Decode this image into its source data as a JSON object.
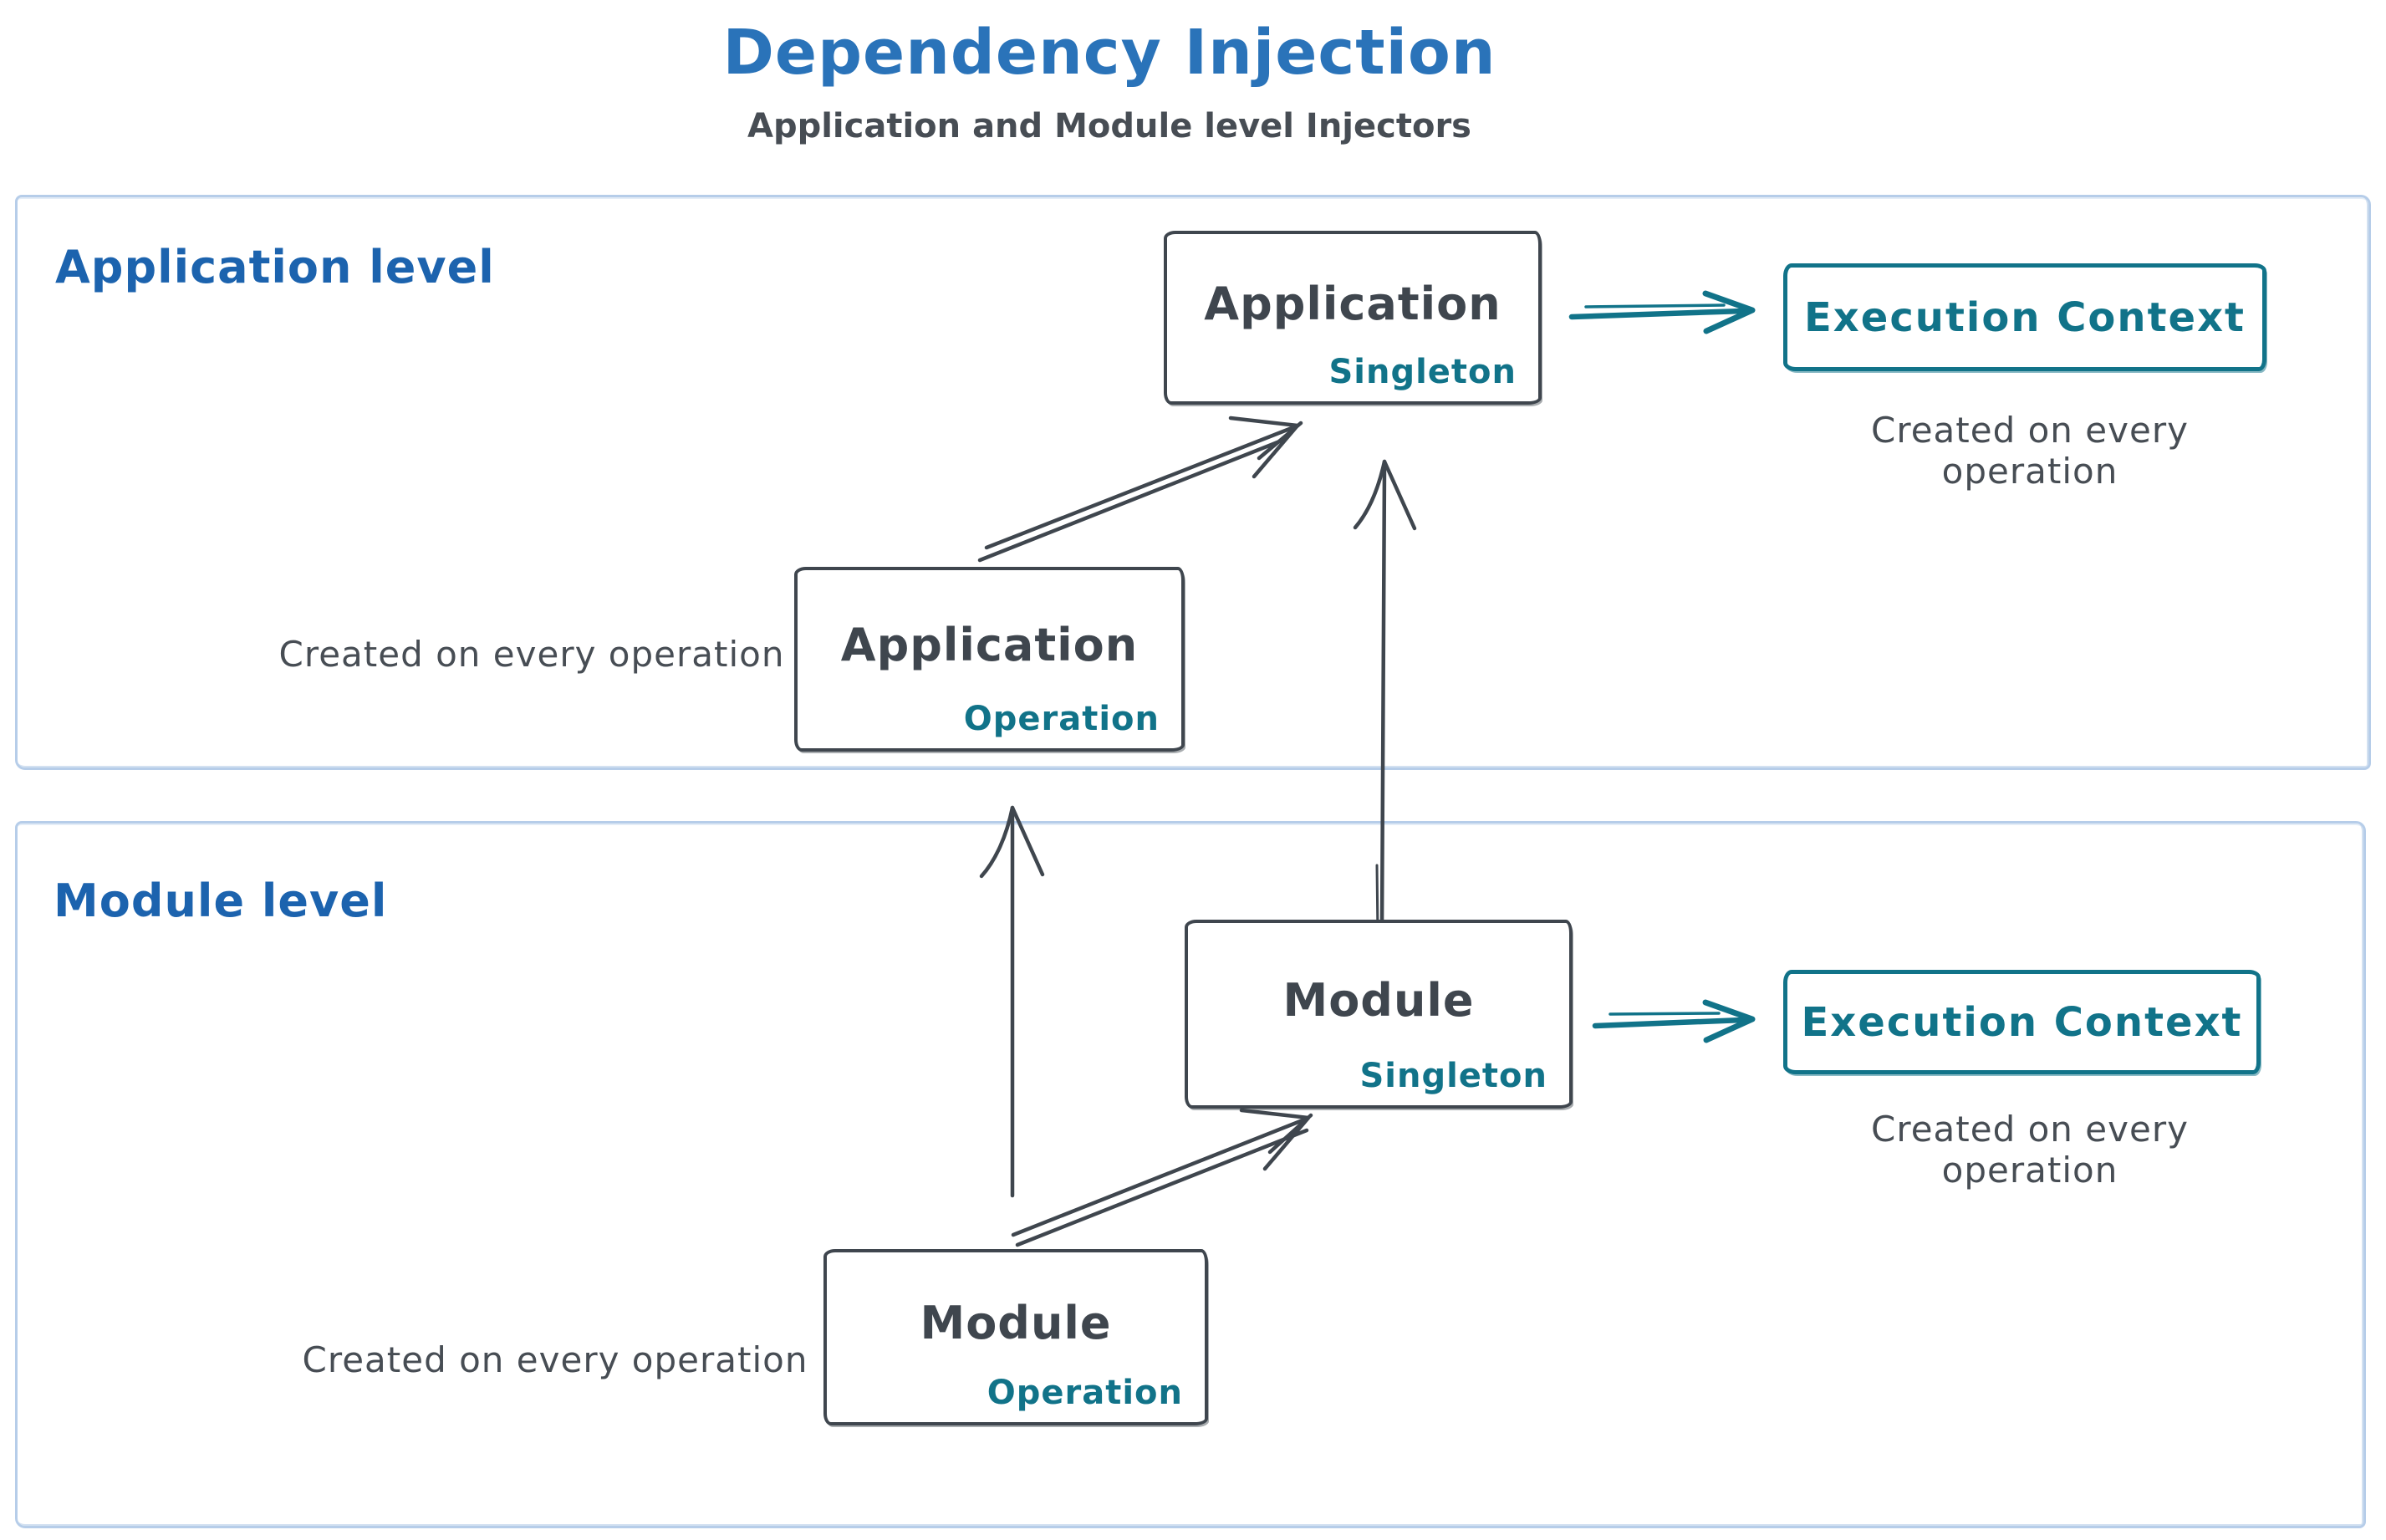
{
  "title": "Dependency Injection",
  "subtitle": "Application and Module level Injectors",
  "colors": {
    "accent-blue": "#2a73b9",
    "section-blue": "#1c63ae",
    "ink": "#3f464e",
    "teal": "#117389",
    "frame": "#b6cde9",
    "caption": "#474d54",
    "background": "#ffffff"
  },
  "sections": {
    "application": {
      "label": "Application level"
    },
    "module": {
      "label": "Module level"
    }
  },
  "boxes": {
    "app_singleton": {
      "title": "Application",
      "tag": "Singleton"
    },
    "app_operation": {
      "title": "Application",
      "tag": "Operation"
    },
    "app_execution": {
      "label": "Execution Context"
    },
    "module_singleton": {
      "title": "Module",
      "tag": "Singleton"
    },
    "module_operation": {
      "title": "Module",
      "tag": "Operation"
    },
    "module_execution": {
      "label": "Execution Context"
    }
  },
  "captions": {
    "app_ec": "Created on every operation",
    "app_op": "Created on every operation",
    "module_ec": "Created on every operation",
    "module_op": "Created on every operation"
  }
}
